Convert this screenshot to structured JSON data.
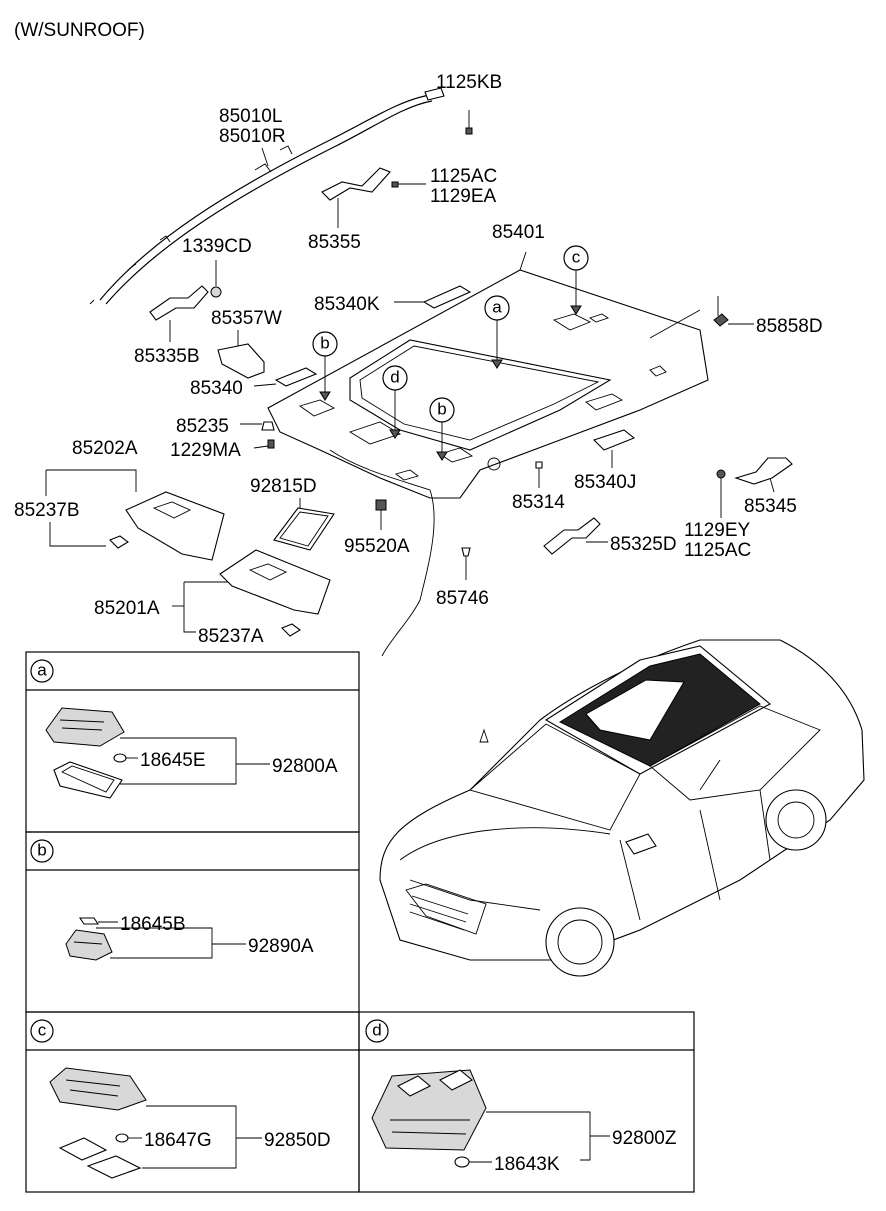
{
  "header": {
    "variant": "(W/SUNROOF)"
  },
  "callouts": [
    "a",
    "b",
    "c",
    "d"
  ],
  "parts": {
    "p1125KB": "1125KB",
    "p85010L": "85010L",
    "p85010R": "85010R",
    "p1125AC_top": "1125AC",
    "p1129EA": "1129EA",
    "p85355": "85355",
    "p85401": "85401",
    "p1339CD": "1339CD",
    "p85340K": "85340K",
    "p85858D": "85858D",
    "p85357W": "85357W",
    "p85335B": "85335B",
    "p85340": "85340",
    "p85235": "85235",
    "p1229MA": "1229MA",
    "p85202A": "85202A",
    "p92815D": "92815D",
    "p85314": "85314",
    "p85340J": "85340J",
    "p85345": "85345",
    "p85237B": "85237B",
    "p95520A": "95520A",
    "p1129EY": "1129EY",
    "p1125AC_bot": "1125AC",
    "p85325D": "85325D",
    "p85746": "85746",
    "p85201A": "85201A",
    "p85237A": "85237A"
  },
  "details": {
    "a": {
      "bulb": "18645E",
      "assembly": "92800A"
    },
    "b": {
      "bulb": "18645B",
      "assembly": "92890A"
    },
    "c": {
      "bulb": "18647G",
      "assembly": "92850D"
    },
    "d": {
      "bulb": "18643K",
      "assembly": "92800Z"
    }
  }
}
